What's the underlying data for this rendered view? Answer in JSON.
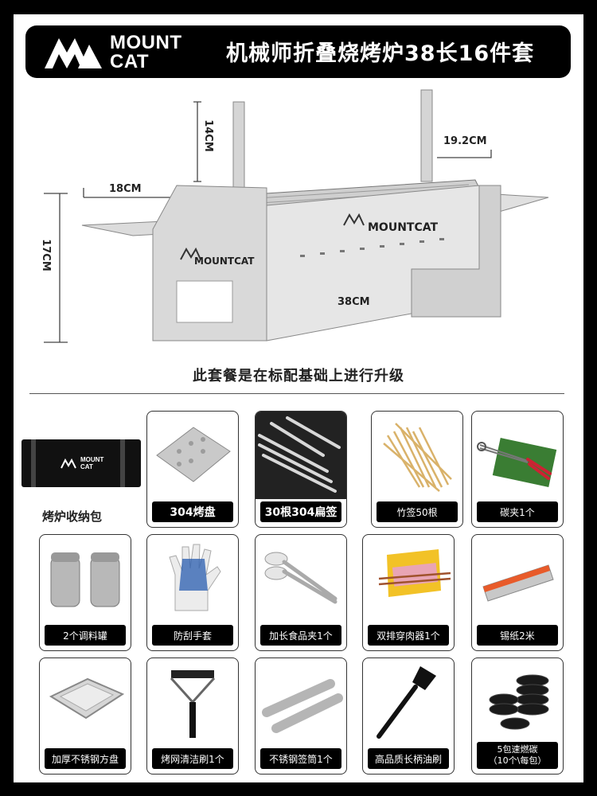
{
  "brand": {
    "line1": "MOUNT",
    "line2": "CAT"
  },
  "title": "机械师折叠烧烤炉38长16件套",
  "dimensions": {
    "height_top": "14CM",
    "side_depth": "19.2CM",
    "side_width": "18CM",
    "height": "17CM",
    "length": "38CM"
  },
  "product_brand": "MOUNTCAT",
  "subtitle": "此套餐是在标配基础上进行升级",
  "bag_label": "烤炉收纳包",
  "items": [
    {
      "label": "304烤盘",
      "icon": "grill-tray-icon"
    },
    {
      "label": "30根304扁签",
      "icon": "skewer-icon"
    },
    {
      "label": "竹签50根",
      "icon": "bamboo-skewer-icon"
    },
    {
      "label": "碳夹1个",
      "icon": "charcoal-tongs-icon"
    },
    {
      "label": "2个调料罐",
      "icon": "seasoning-jar-icon"
    },
    {
      "label": "防刮手套",
      "icon": "glove-icon"
    },
    {
      "label": "加长食品夹1个",
      "icon": "food-tongs-icon"
    },
    {
      "label": "双排穿肉器1个",
      "icon": "meat-skewer-tool-icon"
    },
    {
      "label": "锡纸2米",
      "icon": "foil-roll-icon"
    },
    {
      "label": "加厚不锈钢方盘",
      "icon": "square-plate-icon"
    },
    {
      "label": "烤网清洁刷1个",
      "icon": "cleaning-brush-icon"
    },
    {
      "label": "不锈钢签筒1个",
      "icon": "skewer-tube-icon"
    },
    {
      "label": "高品质长柄油刷",
      "icon": "oil-brush-icon"
    },
    {
      "label_line1": "5包速燃碳",
      "label_line2": "（10个\\每包）",
      "icon": "charcoal-icon"
    }
  ]
}
